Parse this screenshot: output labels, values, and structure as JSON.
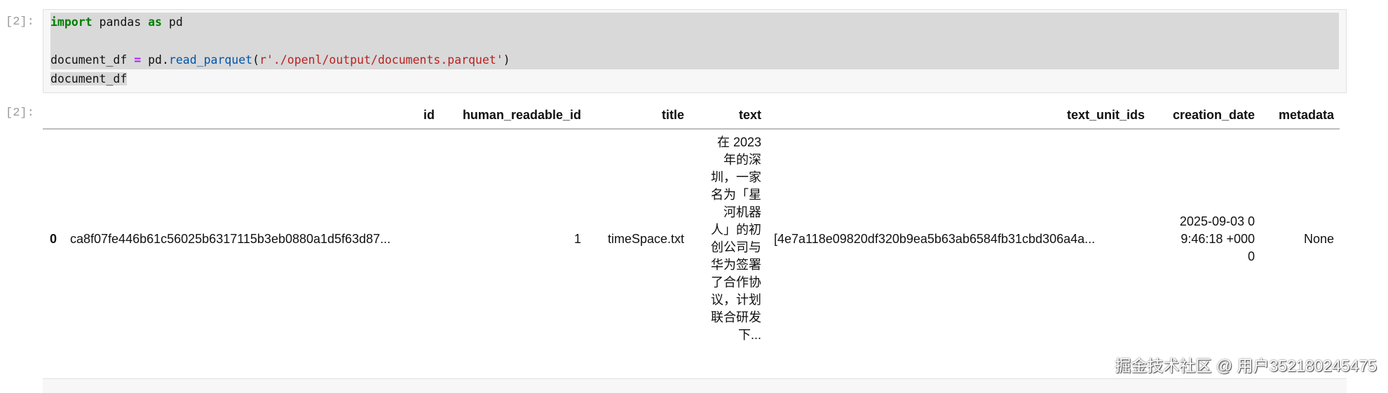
{
  "input_prompt": "[2]:",
  "output_prompt": "[2]:",
  "code": {
    "line1": {
      "kw1": "import",
      "mid": " pandas ",
      "kw2": "as",
      "end": " pd"
    },
    "line3": {
      "var": "document_df ",
      "op": "=",
      "pre": " pd.",
      "fn": "read_parquet",
      "paren": "(",
      "str": "r'./openl/output/documents.parquet'",
      "close": ")"
    },
    "line4": "document_df"
  },
  "table": {
    "columns": [
      "",
      "id",
      "human_readable_id",
      "title",
      "text",
      "text_unit_ids",
      "creation_date",
      "metadata"
    ],
    "rows": [
      {
        "index": "0",
        "id": "ca8f07fe446b61c56025b6317115b3eb0880a1d5f63d87...",
        "human_readable_id": "1",
        "title": "timeSpace.txt",
        "text": "在 2023 年的深圳，一家名为「星河机器人」的初创公司与华为签署了合作协议，计划联合研发下...",
        "text_unit_ids": "[4e7a118e09820df320b9ea5b63ab6584fb31cbd306a4a...",
        "creation_date": "2025-09-03 09:46:18 +0000",
        "metadata": "None"
      }
    ]
  },
  "watermark": "掘金技术社区 @ 用户352180245475"
}
